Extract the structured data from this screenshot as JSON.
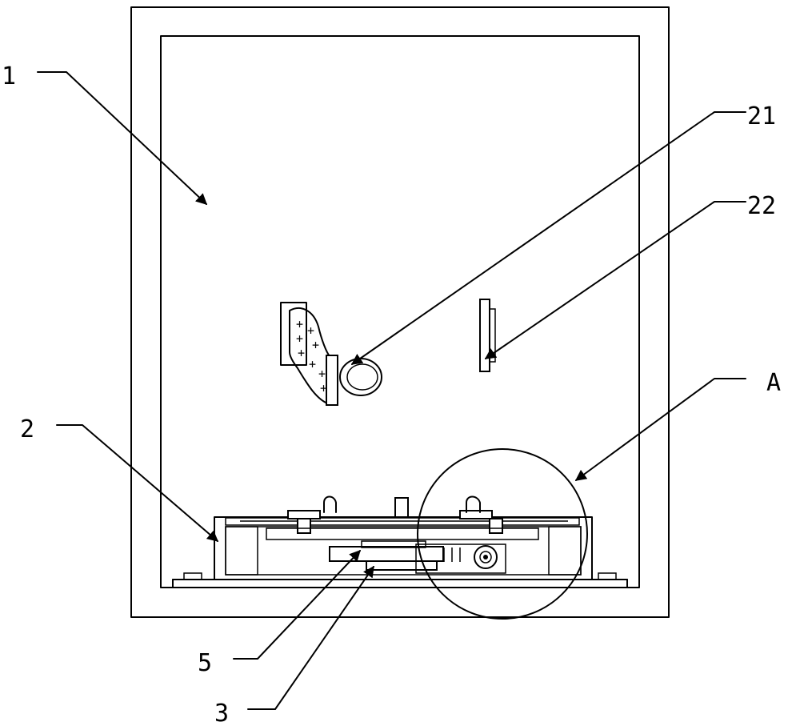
{
  "labels": {
    "housing": "1",
    "base_assembly": "2",
    "bottom_bar": "3",
    "slide_plate": "5",
    "hook": "21",
    "side_clip": "22",
    "detail": "A"
  }
}
